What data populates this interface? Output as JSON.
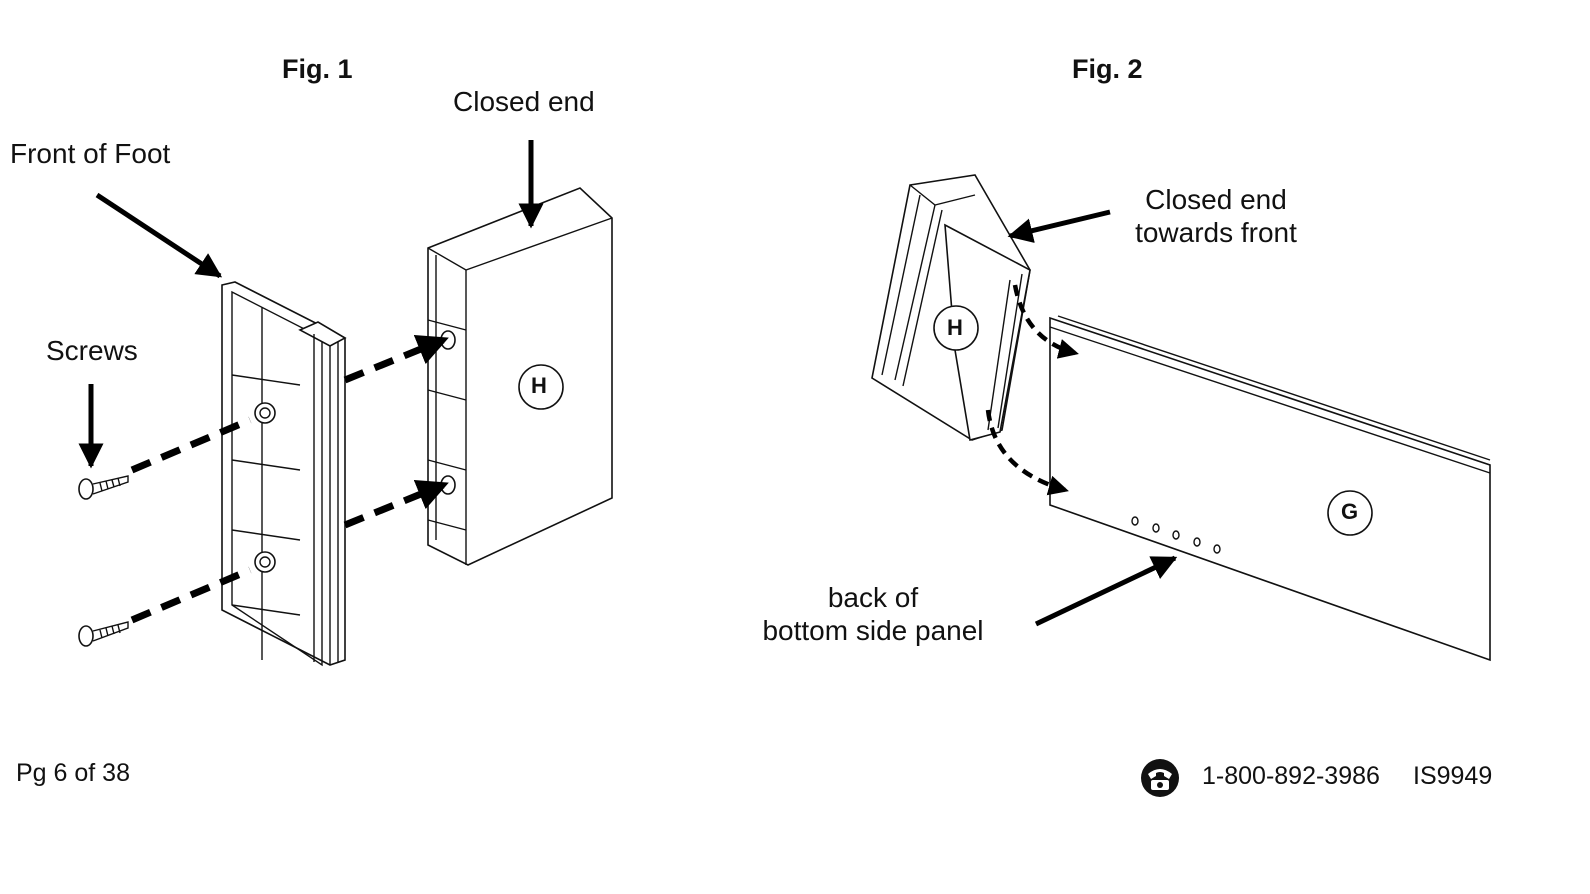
{
  "figure1": {
    "title": "Fig. 1",
    "labels": {
      "closed_end": "Closed end",
      "front_of_foot": "Front of Foot",
      "screws": "Screws"
    },
    "part_marker": "H"
  },
  "figure2": {
    "title": "Fig. 2",
    "labels": {
      "closed_end_line1": "Closed end",
      "closed_end_line2": "towards front",
      "back_line1": "back of",
      "back_line2": "bottom side panel"
    },
    "part_marker_foot": "H",
    "part_marker_panel": "G"
  },
  "footer": {
    "page": "Pg 6 of 38",
    "phone_icon": "telephone-icon",
    "phone": "1-800-892-3986",
    "doc_code": "IS9949"
  }
}
